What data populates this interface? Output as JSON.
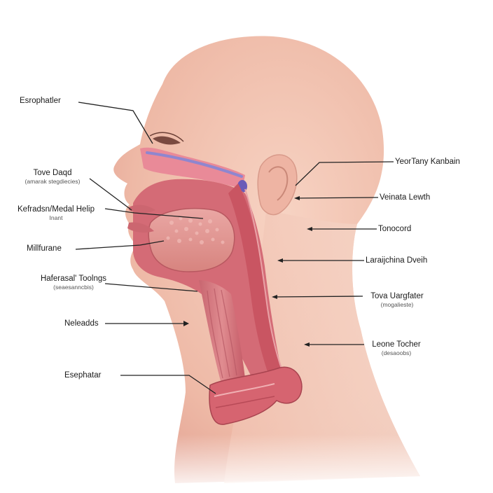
{
  "labels_left": [
    {
      "id": "esophagus-top",
      "text": "Esrophatler",
      "sub": ""
    },
    {
      "id": "tove-daged",
      "text": "Tove Daqd",
      "sub": "(amarak stegdiecies)"
    },
    {
      "id": "kefradsn",
      "text": "Kefradsn/Medal Helip",
      "sub": "Inant"
    },
    {
      "id": "millurane",
      "text": "Millfurane",
      "sub": ""
    },
    {
      "id": "haleraseal",
      "text": "Haferasal' Toolngs",
      "sub": "(seaesanncbis)"
    },
    {
      "id": "neleadds",
      "text": "Neleadds",
      "sub": ""
    },
    {
      "id": "esophatar-bottom",
      "text": "Esephatar",
      "sub": ""
    }
  ],
  "labels_right": [
    {
      "id": "yeartany",
      "text": "YeorTany Kanbain",
      "sub": ""
    },
    {
      "id": "veinata",
      "text": "Veinata Lewth",
      "sub": ""
    },
    {
      "id": "tonocord",
      "text": "Tonocord",
      "sub": ""
    },
    {
      "id": "laraijchina",
      "text": "Laraijchina Dveih",
      "sub": ""
    },
    {
      "id": "tova-uargfater",
      "text": "Tova Uargfater",
      "sub": "(mogalieste)"
    },
    {
      "id": "leone-tocher",
      "text": "Leone Tocher",
      "sub": "(desaoobs)"
    }
  ],
  "colors": {
    "skin": "#f2c3b0",
    "skin_shade": "#e3a394",
    "tissue": "#d9717a",
    "tissue_dark": "#b84a57",
    "tongue": "#e29a98",
    "airway": "#f4d6d2",
    "nasal_blue": "#6a5bb8"
  }
}
